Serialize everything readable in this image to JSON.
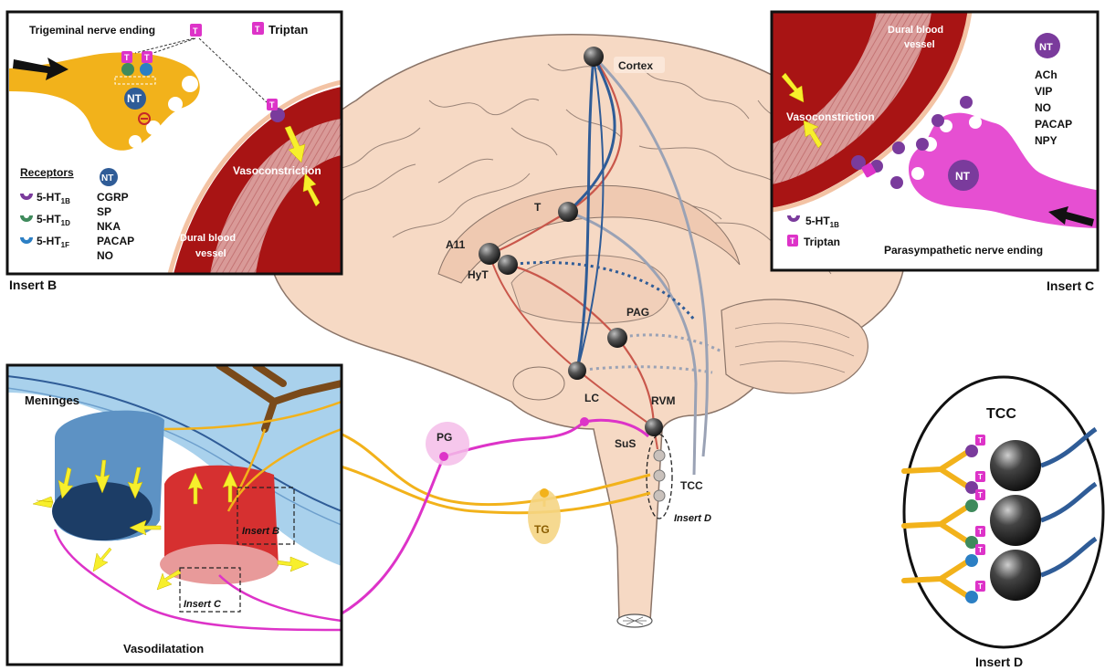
{
  "brain": {
    "nuclei": {
      "cortex": "Cortex",
      "t": "T",
      "a11": "A11",
      "hyt": "HyT",
      "pag": "PAG",
      "lc": "LC",
      "rvm": "RVM",
      "sus": "SuS",
      "tcc": "TCC",
      "insert_d_tag": "Insert D"
    },
    "ganglia": {
      "pg": "PG",
      "tg": "TG"
    }
  },
  "insert_b": {
    "caption": "Insert B",
    "title": "Trigeminal nerve ending",
    "triptan_legend": "Triptan",
    "triptan_symbol": "T",
    "nt_label": "NT",
    "receptors_heading": "Receptors",
    "receptors": [
      {
        "label": "5-HT",
        "sub": "1B",
        "color": "#7a3b9c"
      },
      {
        "label": "5-HT",
        "sub": "1D",
        "color": "#3f8a5c"
      },
      {
        "label": "5-HT",
        "sub": "1F",
        "color": "#2c7fc4"
      }
    ],
    "neurotransmitters": [
      "CGRP",
      "SP",
      "NKA",
      "PACAP",
      "NO"
    ],
    "vasoconstriction": "Vasoconstriction",
    "vessel_label_1": "Dural blood",
    "vessel_label_2": "vessel"
  },
  "insert_c": {
    "caption": "Insert C",
    "vessel_label_1": "Dural blood",
    "vessel_label_2": "vessel",
    "vasoconstriction": "Vasoconstriction",
    "nt_label": "NT",
    "neurotransmitters": [
      "ACh",
      "VIP",
      "NO",
      "PACAP",
      "NPY"
    ],
    "receptor": {
      "label": "5-HT",
      "sub": "1B"
    },
    "triptan_legend": "Triptan",
    "triptan_symbol": "T",
    "nerve_ending": "Parasympathetic nerve ending"
  },
  "insert_meninges": {
    "meninges": "Meninges",
    "vasodilatation": "Vasodilatation",
    "insert_b_tag": "Insert B",
    "insert_c_tag": "Insert C"
  },
  "insert_d": {
    "title": "TCC",
    "caption": "Insert D",
    "triptan_symbol": "T"
  },
  "colors": {
    "brain": "#f6d9c4",
    "brain_outline": "#8a7468",
    "vessel": "#a81414",
    "trigeminal": "#f2b21b",
    "parasympathetic": "#dd33c8",
    "blue_path": "#2f5c97",
    "red_path": "#c9574b",
    "grey_path": "#9aa2b5",
    "nt_badge": "#2f5c97",
    "purple_nt": "#7a3b9c"
  }
}
